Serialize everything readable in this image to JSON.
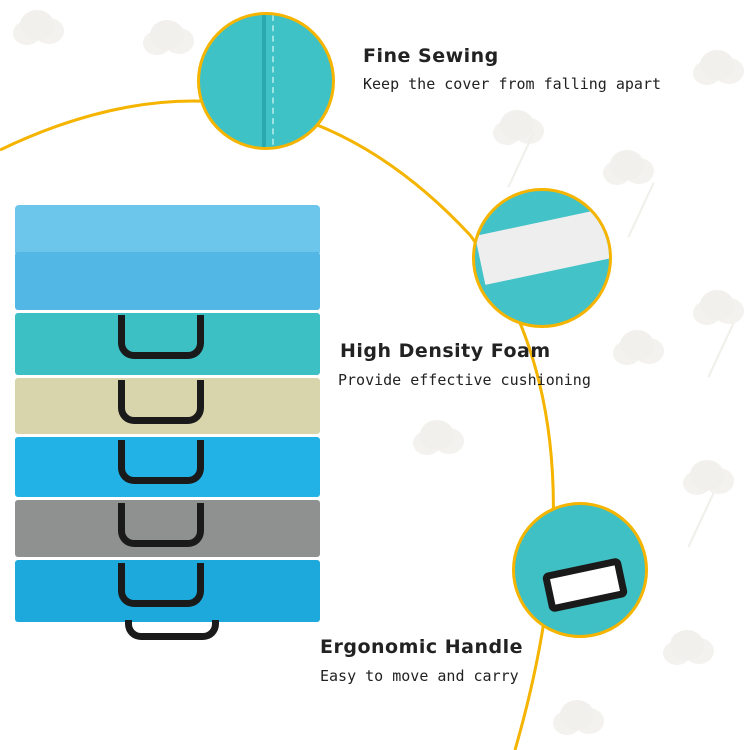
{
  "features": [
    {
      "title": "Fine Sewing",
      "description": "Keep the cover from falling apart"
    },
    {
      "title": "High Density Foam",
      "description": "Provide effective cushioning"
    },
    {
      "title": "Ergonomic Handle",
      "description": "Easy to move and carry"
    }
  ],
  "colors": {
    "accent": "#f5b400",
    "teal": "#3cc0c4",
    "sky": "#4fb8e6",
    "beige": "#d8d5ad",
    "gray": "#8e9190",
    "blue": "#1ea9dd"
  }
}
